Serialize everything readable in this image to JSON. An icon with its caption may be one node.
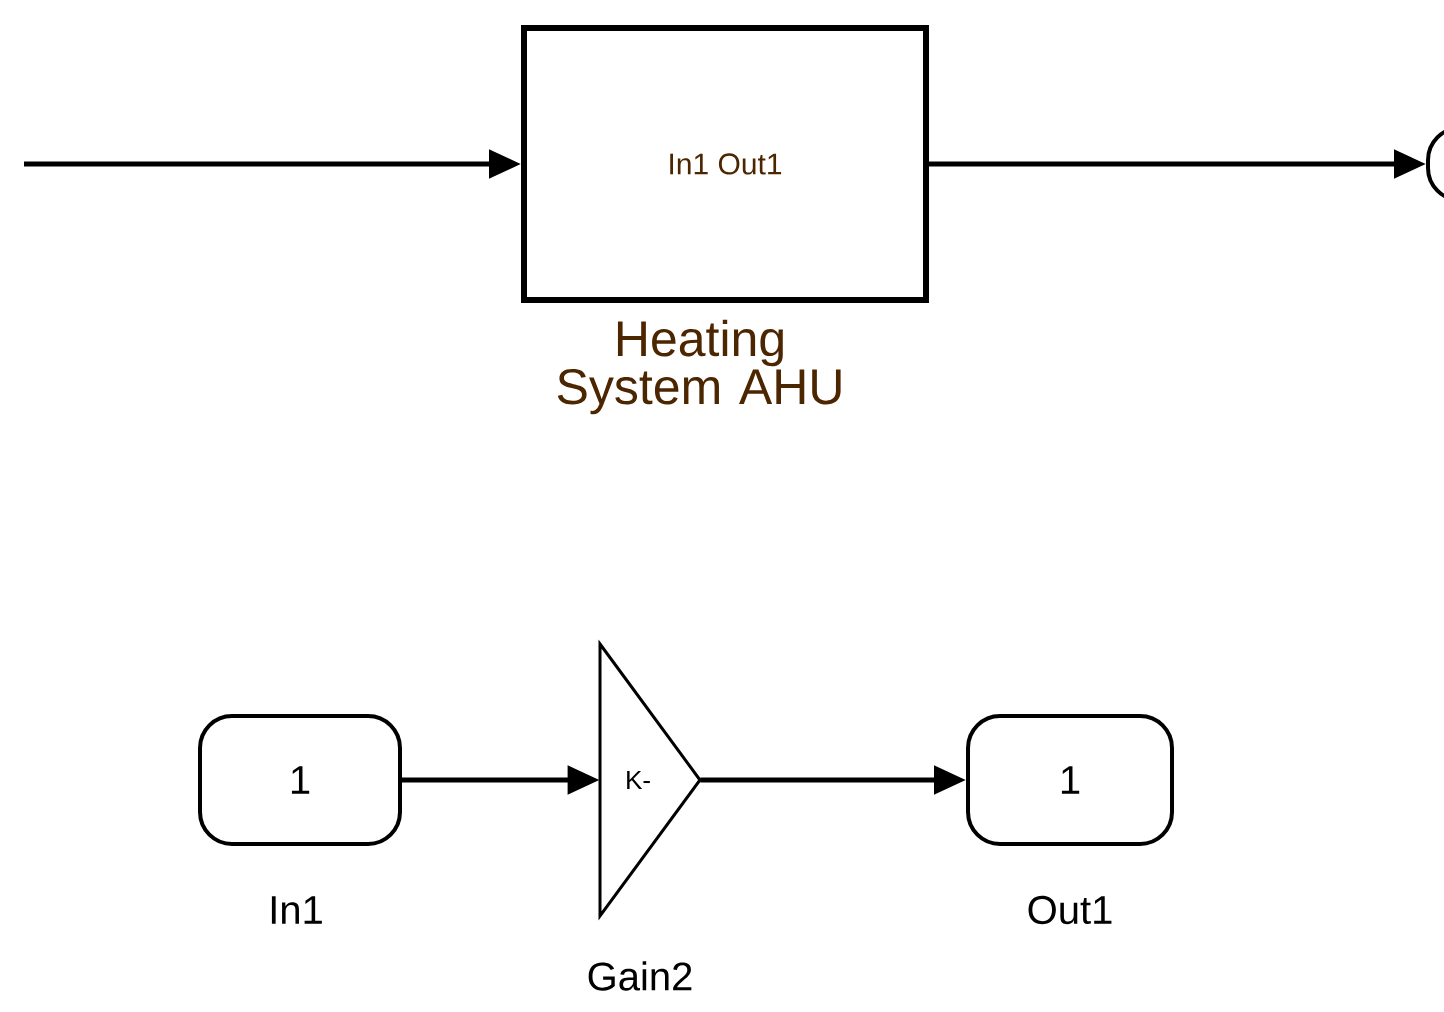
{
  "diagram": {
    "nodes": [
      {
        "text": [
          "In1",
          "Out1"
        ],
        "beside": [
          "Heating System AHU"
        ]
      },
      {
        "text": [],
        "shape": "box"
      },
      {
        "text": [
          "1"
        ],
        "beside": [
          "In1"
        ]
      },
      {
        "text": [
          "K-"
        ],
        "beside": [
          "Gain2"
        ]
      },
      {
        "text": [
          "1"
        ],
        "beside": [
          "Out1"
        ]
      }
    ],
    "edges": [
      {
        "from": null,
        "to": 0,
        "arrow": "to"
      },
      {
        "from": 0,
        "to": 1,
        "arrow": "to"
      },
      {
        "from": 2,
        "to": 3,
        "arrow": "to"
      },
      {
        "from": 3,
        "to": 4,
        "arrow": "to"
      }
    ]
  }
}
